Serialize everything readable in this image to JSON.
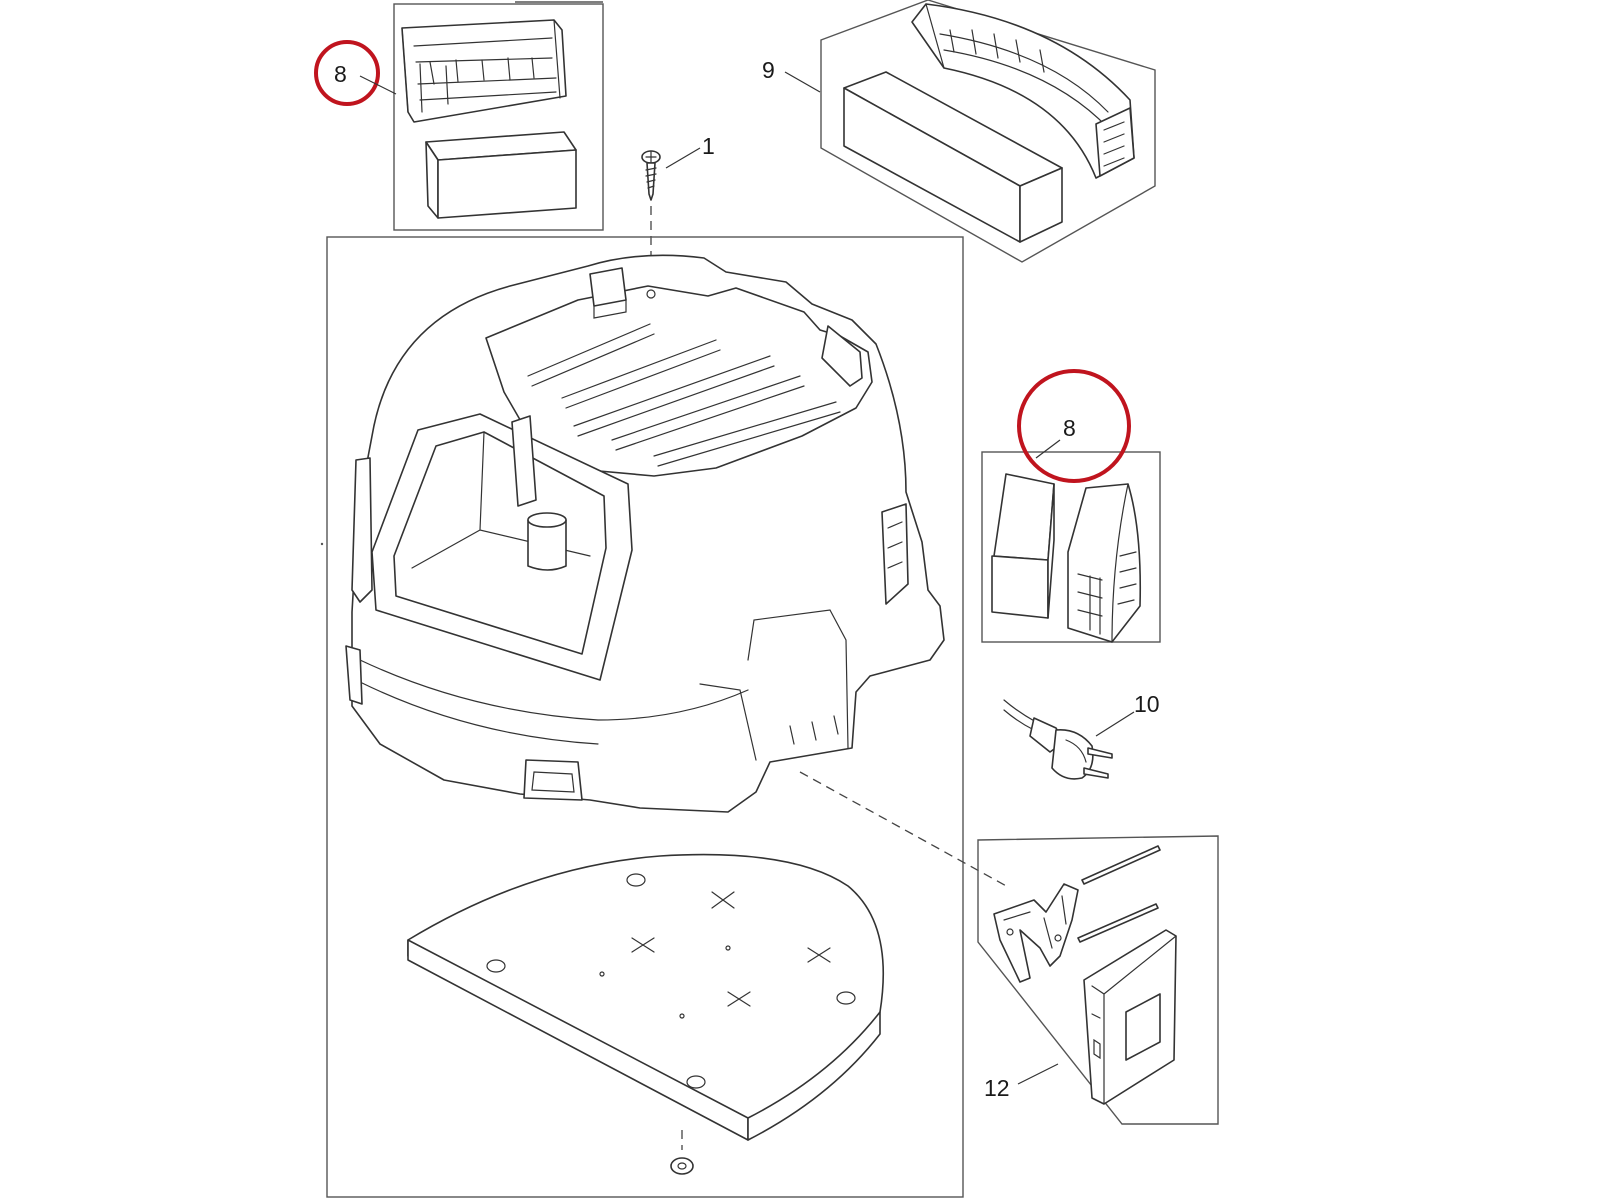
{
  "diagram": {
    "highlight_color": "#c0141e",
    "line_color": "#333333",
    "callouts": {
      "screw": "1",
      "filter_small_left": "8",
      "filter_small_right": "8",
      "filter_large": "9",
      "power_plug": "10",
      "panel_kit": "12"
    }
  }
}
